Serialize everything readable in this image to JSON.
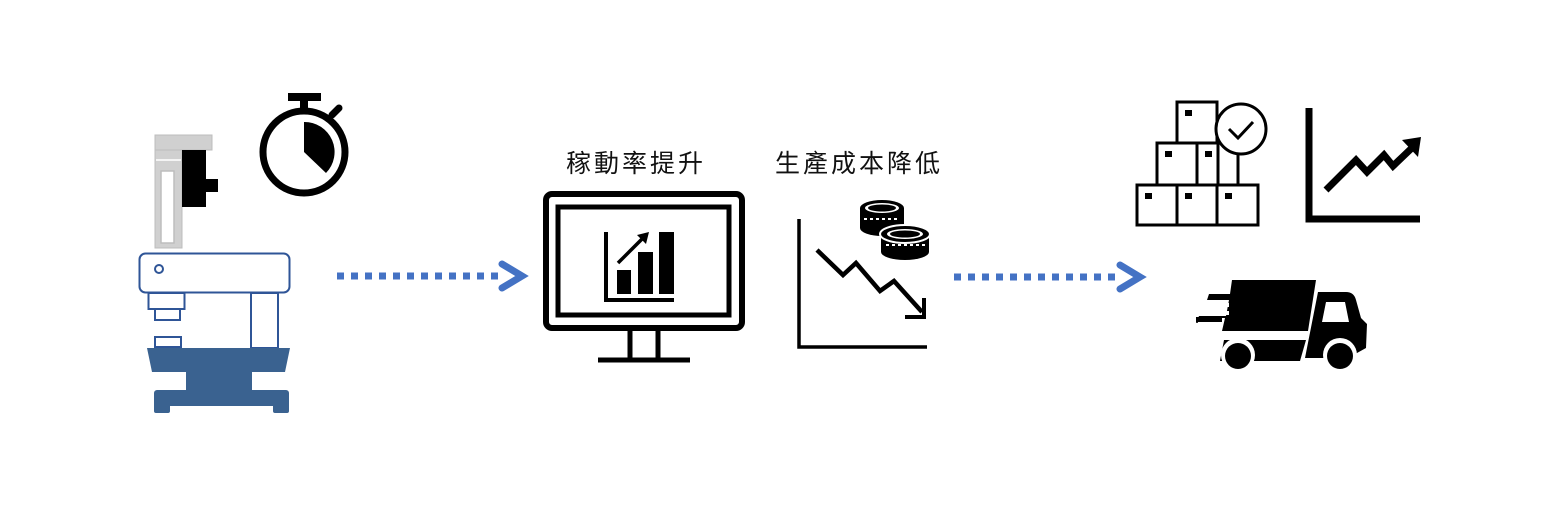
{
  "diagram": {
    "type": "process-flow",
    "stages": [
      {
        "id": "machine",
        "icons": [
          "machine-tool-icon",
          "stopwatch-icon"
        ]
      },
      {
        "id": "benefits",
        "labels": [
          "稼動率提升",
          "生產成本降低"
        ],
        "icons": [
          "monitor-chart-icon",
          "cost-down-chart-icon"
        ]
      },
      {
        "id": "outcomes",
        "icons": [
          "inventory-boxes-check-icon",
          "growth-chart-icon",
          "delivery-truck-icon"
        ]
      }
    ],
    "arrows": [
      {
        "from": "machine",
        "to": "benefits",
        "style": "dotted"
      },
      {
        "from": "benefits",
        "to": "outcomes",
        "style": "dotted"
      }
    ]
  },
  "labels": {
    "utilization_up": "稼動率提升",
    "cost_down": "生產成本降低"
  },
  "colors": {
    "arrow": "#4472C4",
    "machine_outline": "#2F5597",
    "machine_base": "#3A6290",
    "machine_column": "#D0D0D0",
    "icon": "#000000",
    "background": "#FFFFFF"
  }
}
